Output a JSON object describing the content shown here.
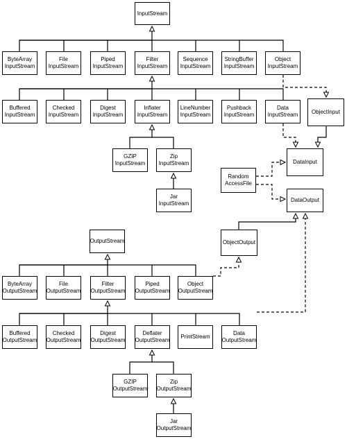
{
  "nodes": [
    {
      "id": "InputStream",
      "lines": [
        "InputStream"
      ]
    },
    {
      "id": "ByteArrayInputStream",
      "lines": [
        "ByteArray",
        "InputStream"
      ]
    },
    {
      "id": "FileInputStream",
      "lines": [
        "File",
        "InputStream"
      ]
    },
    {
      "id": "PipedInputStream",
      "lines": [
        "Piped",
        "InputStream"
      ]
    },
    {
      "id": "FilterInputStream",
      "lines": [
        "Filter",
        "InputStream"
      ]
    },
    {
      "id": "SequenceInputStream",
      "lines": [
        "Sequence",
        "InputStream"
      ]
    },
    {
      "id": "StringBufferInputStream",
      "lines": [
        "StringBuffer",
        "InputStream"
      ]
    },
    {
      "id": "ObjectInputStream",
      "lines": [
        "Object",
        "InputStream"
      ]
    },
    {
      "id": "BufferedInputStream",
      "lines": [
        "Buffered",
        "InputStream"
      ]
    },
    {
      "id": "CheckedInputStream",
      "lines": [
        "Checked",
        "InputStream"
      ]
    },
    {
      "id": "DigestInputStream",
      "lines": [
        "Digest",
        "InputStream"
      ]
    },
    {
      "id": "InflaterInputStream",
      "lines": [
        "Inflater",
        "InputStream"
      ]
    },
    {
      "id": "LineNumberInputStream",
      "lines": [
        "LineNumber",
        "InputStream"
      ]
    },
    {
      "id": "PushbackInputStream",
      "lines": [
        "Pushback",
        "InputStream"
      ]
    },
    {
      "id": "DataInputStream",
      "lines": [
        "Data",
        "InputStream"
      ]
    },
    {
      "id": "ObjectInput",
      "lines": [
        "ObjectInput"
      ]
    },
    {
      "id": "GZIPInputStream",
      "lines": [
        "GZIP",
        "InputStream"
      ]
    },
    {
      "id": "ZipInputStream",
      "lines": [
        "Zip",
        "InputStream"
      ]
    },
    {
      "id": "DataInput",
      "lines": [
        "DataInput"
      ]
    },
    {
      "id": "RandomAccessFile",
      "lines": [
        "Random",
        "AccessFile"
      ]
    },
    {
      "id": "JarInputStream",
      "lines": [
        "Jar",
        "InputStream"
      ]
    },
    {
      "id": "DataOutput",
      "lines": [
        "DataOutput"
      ]
    },
    {
      "id": "OutputStream",
      "lines": [
        "OutputStream"
      ]
    },
    {
      "id": "ObjectOutput",
      "lines": [
        "ObjectOutput"
      ]
    },
    {
      "id": "ByteArrayOutputStream",
      "lines": [
        "ByteArray",
        "OutputStream"
      ]
    },
    {
      "id": "FileOutputStream",
      "lines": [
        "File",
        "OutputStream"
      ]
    },
    {
      "id": "FilterOutputStream",
      "lines": [
        "Filter",
        "OutputStream"
      ]
    },
    {
      "id": "PipedOutputStream",
      "lines": [
        "Piped",
        "OutputStream"
      ]
    },
    {
      "id": "ObjectOutputStream",
      "lines": [
        "Object",
        "OutputStream"
      ]
    },
    {
      "id": "BufferedOutputStream",
      "lines": [
        "Buffered",
        "OutputStream"
      ]
    },
    {
      "id": "CheckedOutputStream",
      "lines": [
        "Checked",
        "OutputStream"
      ]
    },
    {
      "id": "DigestOutputStream",
      "lines": [
        "Digest",
        "OutputStream"
      ]
    },
    {
      "id": "DeflaterOutputStream",
      "lines": [
        "Deflater",
        "OutputStream"
      ]
    },
    {
      "id": "PrintStream",
      "lines": [
        "PrintStream"
      ]
    },
    {
      "id": "DataOutputStream",
      "lines": [
        "Data",
        "OutputStream"
      ]
    },
    {
      "id": "GZIPOutputStream",
      "lines": [
        "GZIP",
        "OutputStream"
      ]
    },
    {
      "id": "ZipOutputStream",
      "lines": [
        "Zip",
        "OutputStream"
      ]
    },
    {
      "id": "JarOutputStream",
      "lines": [
        "Jar",
        "OutputStream"
      ]
    }
  ],
  "edges": [
    {
      "from": "ByteArrayInputStream",
      "to": "InputStream",
      "kind": "extends"
    },
    {
      "from": "FileInputStream",
      "to": "InputStream",
      "kind": "extends"
    },
    {
      "from": "PipedInputStream",
      "to": "InputStream",
      "kind": "extends"
    },
    {
      "from": "FilterInputStream",
      "to": "InputStream",
      "kind": "extends"
    },
    {
      "from": "SequenceInputStream",
      "to": "InputStream",
      "kind": "extends"
    },
    {
      "from": "StringBufferInputStream",
      "to": "InputStream",
      "kind": "extends"
    },
    {
      "from": "ObjectInputStream",
      "to": "InputStream",
      "kind": "extends"
    },
    {
      "from": "BufferedInputStream",
      "to": "FilterInputStream",
      "kind": "extends"
    },
    {
      "from": "CheckedInputStream",
      "to": "FilterInputStream",
      "kind": "extends"
    },
    {
      "from": "DigestInputStream",
      "to": "FilterInputStream",
      "kind": "extends"
    },
    {
      "from": "InflaterInputStream",
      "to": "FilterInputStream",
      "kind": "extends"
    },
    {
      "from": "LineNumberInputStream",
      "to": "FilterInputStream",
      "kind": "extends"
    },
    {
      "from": "PushbackInputStream",
      "to": "FilterInputStream",
      "kind": "extends"
    },
    {
      "from": "DataInputStream",
      "to": "FilterInputStream",
      "kind": "extends"
    },
    {
      "from": "GZIPInputStream",
      "to": "InflaterInputStream",
      "kind": "extends"
    },
    {
      "from": "ZipInputStream",
      "to": "InflaterInputStream",
      "kind": "extends"
    },
    {
      "from": "JarInputStream",
      "to": "ZipInputStream",
      "kind": "extends"
    },
    {
      "from": "ObjectInputStream",
      "to": "ObjectInput",
      "kind": "implements"
    },
    {
      "from": "ObjectInput",
      "to": "DataInput",
      "kind": "extends"
    },
    {
      "from": "DataInputStream",
      "to": "DataInput",
      "kind": "implements"
    },
    {
      "from": "RandomAccessFile",
      "to": "DataInput",
      "kind": "implements"
    },
    {
      "from": "RandomAccessFile",
      "to": "DataOutput",
      "kind": "implements"
    },
    {
      "from": "ObjectOutput",
      "to": "DataOutput",
      "kind": "extends"
    },
    {
      "from": "DataOutputStream",
      "to": "DataOutput",
      "kind": "implements"
    },
    {
      "from": "ObjectOutputStream",
      "to": "ObjectOutput",
      "kind": "implements"
    },
    {
      "from": "ByteArrayOutputStream",
      "to": "OutputStream",
      "kind": "extends"
    },
    {
      "from": "FileOutputStream",
      "to": "OutputStream",
      "kind": "extends"
    },
    {
      "from": "FilterOutputStream",
      "to": "OutputStream",
      "kind": "extends"
    },
    {
      "from": "PipedOutputStream",
      "to": "OutputStream",
      "kind": "extends"
    },
    {
      "from": "ObjectOutputStream",
      "to": "OutputStream",
      "kind": "extends"
    },
    {
      "from": "BufferedOutputStream",
      "to": "FilterOutputStream",
      "kind": "extends"
    },
    {
      "from": "CheckedOutputStream",
      "to": "FilterOutputStream",
      "kind": "extends"
    },
    {
      "from": "DigestOutputStream",
      "to": "FilterOutputStream",
      "kind": "extends"
    },
    {
      "from": "DeflaterOutputStream",
      "to": "FilterOutputStream",
      "kind": "extends"
    },
    {
      "from": "PrintStream",
      "to": "FilterOutputStream",
      "kind": "extends"
    },
    {
      "from": "DataOutputStream",
      "to": "FilterOutputStream",
      "kind": "extends"
    },
    {
      "from": "GZIPOutputStream",
      "to": "DeflaterOutputStream",
      "kind": "extends"
    },
    {
      "from": "ZipOutputStream",
      "to": "DeflaterOutputStream",
      "kind": "extends"
    },
    {
      "from": "JarOutputStream",
      "to": "ZipOutputStream",
      "kind": "extends"
    }
  ]
}
